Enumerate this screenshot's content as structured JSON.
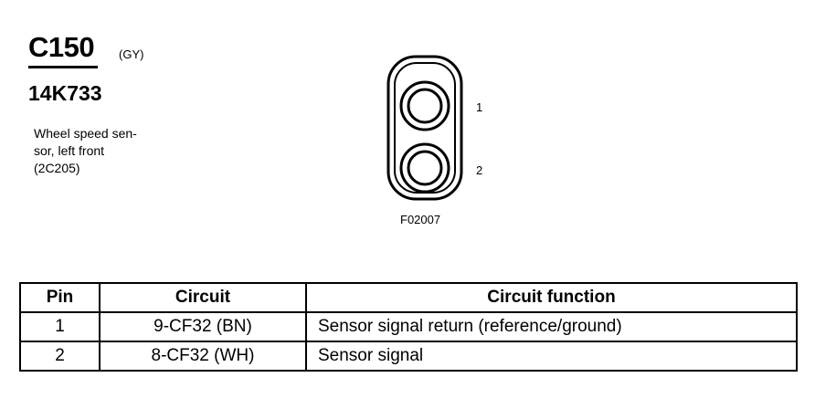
{
  "connector": {
    "id": "C150",
    "color": "(GY)",
    "part_number": "14K733",
    "description_lines": [
      "Wheel speed sen-",
      "sor, left front",
      "(2C205)"
    ]
  },
  "diagram": {
    "pin_labels": [
      "1",
      "2"
    ],
    "figure_code": "F02007"
  },
  "table": {
    "headers": [
      "Pin",
      "Circuit",
      "Circuit function"
    ],
    "rows": [
      {
        "pin": "1",
        "circuit": "9-CF32 (BN)",
        "function": "Sensor signal return (reference/ground)"
      },
      {
        "pin": "2",
        "circuit": "8-CF32 (WH)",
        "function": "Sensor signal"
      }
    ]
  }
}
